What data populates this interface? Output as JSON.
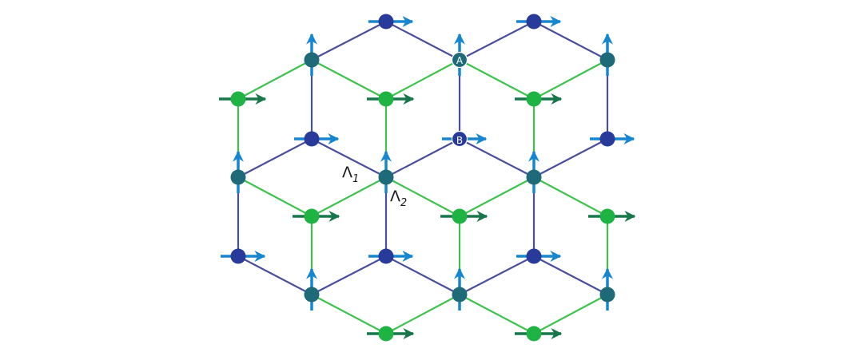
{
  "colors": {
    "background": "#ffffff",
    "bond_blue": "#4a4f9c",
    "bond_green": "#3cc24d",
    "node_blue": "#283a9a",
    "node_teal": "#1f6a78",
    "node_green": "#1eb343",
    "arrow_blue": "#1686d0",
    "arrow_green": "#17774a",
    "label": "#1a1a1a"
  },
  "labels": {
    "site_a": "A",
    "site_b": "B",
    "lambda1": "Λ",
    "lambda1_sub": "1",
    "lambda2": "Λ",
    "lambda2_sub": "2"
  },
  "legend": "none"
}
